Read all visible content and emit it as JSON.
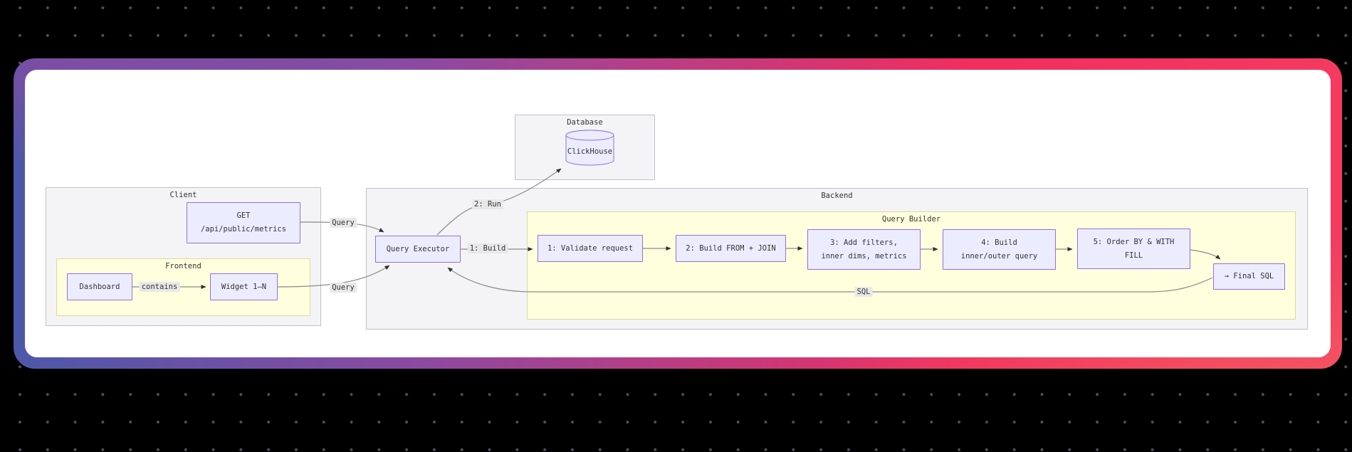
{
  "scene": {
    "background_color": "#000000",
    "dot_color": "#51515a",
    "card": {
      "background": "#ffffff",
      "gradient_colors": [
        "#4d58aa",
        "#8b4aa2",
        "#f22d5f",
        "#f45c60"
      ]
    }
  },
  "diagram": {
    "clusters": {
      "database": {
        "label": "Database"
      },
      "client": {
        "label": "Client"
      },
      "backend": {
        "label": "Backend"
      },
      "frontend": {
        "label": "Frontend"
      },
      "query_builder": {
        "label": "Query Builder"
      }
    },
    "nodes": {
      "clickhouse": {
        "label": "ClickHouse",
        "shape": "cylinder"
      },
      "get_endpoint": {
        "line1": "GET",
        "line2": "/api/public/metrics"
      },
      "dashboard": {
        "label": "Dashboard"
      },
      "widget": {
        "label": "Widget 1–N"
      },
      "query_executor": {
        "label": "Query Executor"
      },
      "step1": {
        "label": "1: Validate request"
      },
      "step2": {
        "label": "2: Build FROM + JOIN"
      },
      "step3": {
        "line1": "3: Add filters,",
        "line2": "inner dims, metrics"
      },
      "step4": {
        "line1": "4: Build",
        "line2": "inner/outer query"
      },
      "step5": {
        "line1": "5: Order BY & WITH",
        "line2": "FILL"
      },
      "final_sql": {
        "label": "→ Final SQL"
      }
    },
    "edge_labels": {
      "contains": "contains",
      "query_from_api": "Query",
      "query_from_widget": "Query",
      "build": "1: Build",
      "run": "2: Run",
      "sql": "SQL"
    },
    "colors": {
      "node_fill": "#ececff",
      "node_border": "#9370db",
      "cluster_fill": "#f4f4f7",
      "cluster_border": "#c0c0c8",
      "inner_cluster_fill": "#ffffde",
      "inner_cluster_border": "#d9d9a6",
      "edge_line": "#8a8a8a",
      "arrowhead": "#2f2f2f",
      "edge_label_background": "#e8e8e8",
      "text": "#333333"
    }
  }
}
